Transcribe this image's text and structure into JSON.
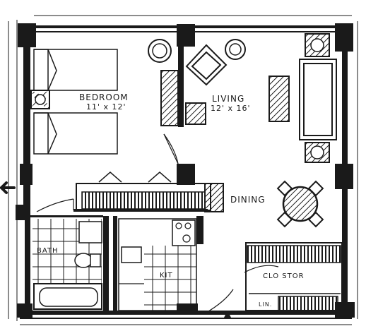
{
  "rooms": {
    "bedroom": {
      "label": "BEDROOM",
      "dims": "11' x 12'"
    },
    "living": {
      "label": "LIVING",
      "dims": "12' x 16'"
    },
    "dining": {
      "label": "DINING"
    },
    "bath": {
      "label": "BATH"
    },
    "kitchen": {
      "label": "KIT"
    },
    "storage_closet": {
      "label": "CLO STOR"
    },
    "linen": {
      "label": "LIN."
    }
  },
  "icons": {
    "entry": "left-arrow-icon",
    "door_marker": "triangle-marker-icon"
  },
  "colors": {
    "ink": "#1a1a1a",
    "paper": "#ffffff"
  }
}
